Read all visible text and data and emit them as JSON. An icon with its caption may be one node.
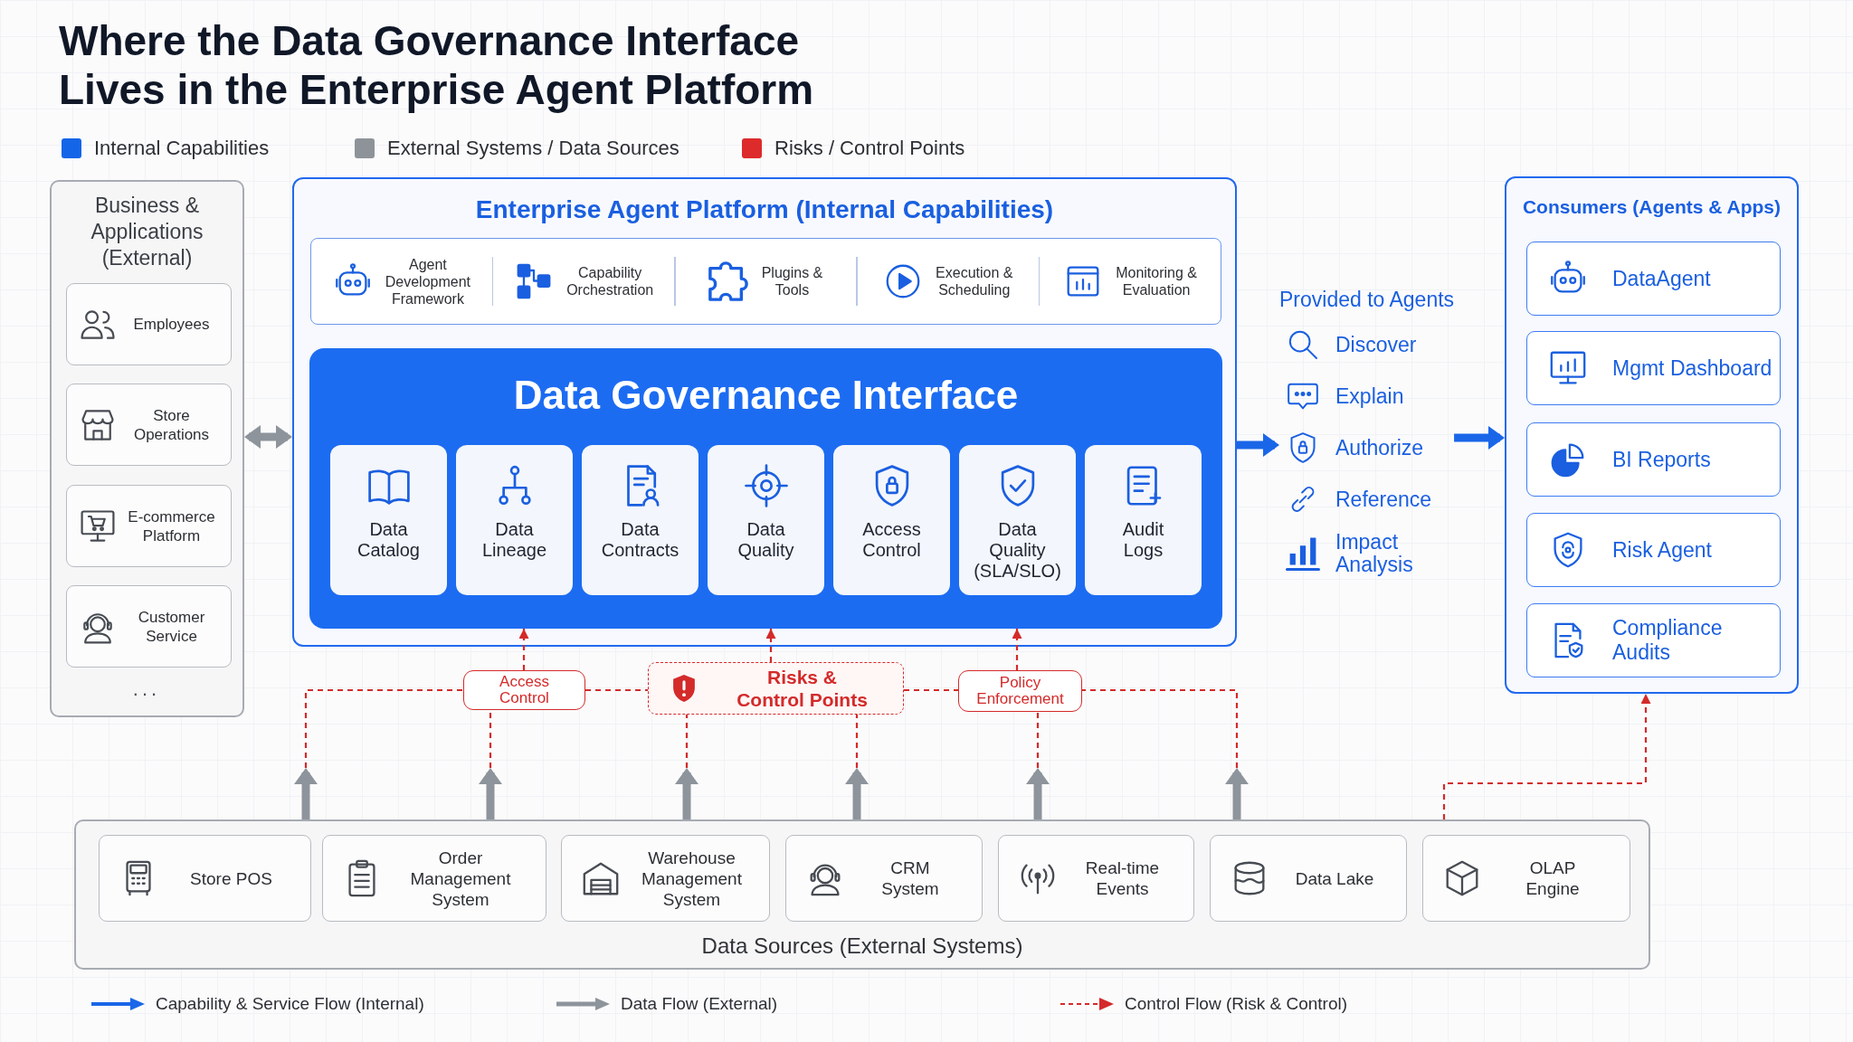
{
  "diagram": {
    "title": "Where the Data Governance Interface Lives in the Enterprise Agent Platform",
    "nodes": [
      {
        "text": [
          "Business & Applications (External)"
        ]
      },
      {
        "text": [
          "Employees"
        ],
        "in": 0
      },
      {
        "text": [
          "Store Operations"
        ],
        "in": 0
      },
      {
        "text": [
          "E-commerce Platform"
        ],
        "in": 0
      },
      {
        "text": [
          "Customer Service"
        ],
        "in": 0
      },
      {
        "text": [
          "Enterprise Agent Platform (Internal Capabilities)"
        ]
      },
      {
        "text": [
          "Agent Development Framework",
          "Capability Orchestration",
          "Plugins & Tools",
          "Execution & Scheduling",
          "Monitoring & Evaluation"
        ],
        "in": 5
      },
      {
        "text": [
          "Data Governance Interface"
        ],
        "in": 5
      },
      {
        "text": [
          "Data Catalog"
        ],
        "in": 7
      },
      {
        "text": [
          "Data Lineage"
        ],
        "in": 7
      },
      {
        "text": [
          "Data Contracts"
        ],
        "in": 7
      },
      {
        "text": [
          "Data Quality"
        ],
        "in": 7
      },
      {
        "text": [
          "Access Control"
        ],
        "in": 7
      },
      {
        "text": [
          "Data Quality (SLA/SLO)"
        ],
        "in": 7
      },
      {
        "text": [
          "Audit Logs"
        ],
        "in": 7
      },
      {
        "text": [
          "Provided to Agents",
          "Discover",
          "Explain",
          "Authorize",
          "Reference",
          "Impact Analysis"
        ]
      },
      {
        "text": [
          "Consumers (Agents & Apps)"
        ]
      },
      {
        "text": [
          "DataAgent"
        ],
        "in": 16
      },
      {
        "text": [
          "Mgmt Dashboard"
        ],
        "in": 16
      },
      {
        "text": [
          "BI Reports"
        ],
        "in": 16
      },
      {
        "text": [
          "Risk Agent"
        ],
        "in": 16
      },
      {
        "text": [
          "Compliance Audits"
        ],
        "in": 16
      },
      {
        "text": [
          "Access Control"
        ]
      },
      {
        "text": [
          "Risks & Control Points"
        ]
      },
      {
        "text": [
          "Policy Enforcement"
        ]
      },
      {
        "text": [
          "Data Sources (External Systems)"
        ]
      },
      {
        "text": [
          "Store POS"
        ],
        "in": 25
      },
      {
        "text": [
          "Order Management System"
        ],
        "in": 25
      },
      {
        "text": [
          "Warehouse Management System"
        ],
        "in": 25
      },
      {
        "text": [
          "CRM System"
        ],
        "in": 25
      },
      {
        "text": [
          "Real-time Events"
        ],
        "in": 25
      },
      {
        "text": [
          "Data Lake"
        ],
        "in": 25
      },
      {
        "text": [
          "OLAP Engine"
        ],
        "in": 25
      }
    ],
    "edges": [
      {
        "from": 0,
        "to": 5,
        "arrow": "both",
        "style": "thick",
        "color": "#8e949b"
      },
      {
        "from": 5,
        "to": 15,
        "arrow": "to",
        "style": "thick",
        "color": "#1a66e8"
      },
      {
        "from": 15,
        "to": 16,
        "arrow": "to",
        "style": "thick",
        "color": "#1a66e8"
      },
      {
        "from": 22,
        "to": 7,
        "arrow": "to",
        "style": "dashed"
      },
      {
        "from": 23,
        "to": 7,
        "arrow": "to",
        "style": "dashed"
      },
      {
        "from": 24,
        "to": 7,
        "arrow": "to",
        "style": "dashed"
      },
      {
        "from": 22,
        "to": 23,
        "arrow": "none",
        "style": "dashed"
      },
      {
        "from": 23,
        "to": 24,
        "arrow": "none",
        "style": "dashed"
      },
      {
        "from": null,
        "to": 22,
        "arrow": "none",
        "style": "dashed"
      },
      {
        "from": null,
        "to": 22,
        "arrow": "none",
        "style": "dashed"
      },
      {
        "from": null,
        "to": 23,
        "arrow": "none",
        "style": "dashed"
      },
      {
        "from": null,
        "to": 23,
        "arrow": "none",
        "style": "dashed"
      },
      {
        "from": null,
        "to": 24,
        "arrow": "none",
        "style": "dashed"
      },
      {
        "from": null,
        "to": 24,
        "arrow": "none",
        "style": "dashed"
      },
      {
        "from": 25,
        "to": null,
        "arrow": "to",
        "style": "thick",
        "color": "#8e949b"
      },
      {
        "from": 25,
        "to": null,
        "arrow": "to",
        "style": "thick",
        "color": "#8e949b"
      },
      {
        "from": 25,
        "to": null,
        "arrow": "to",
        "style": "thick",
        "color": "#8e949b"
      },
      {
        "from": 25,
        "to": null,
        "arrow": "to",
        "style": "thick",
        "color": "#8e949b"
      },
      {
        "from": 25,
        "to": null,
        "arrow": "to",
        "style": "thick",
        "color": "#8e949b"
      },
      {
        "from": 25,
        "to": null,
        "arrow": "to",
        "style": "thick",
        "color": "#8e949b"
      },
      {
        "from": 25,
        "to": 16,
        "arrow": "to",
        "style": "dashed"
      }
    ],
    "labels": [
      "..."
    ],
    "legend": [
      {
        "text": "Internal Capabilities",
        "color": "#1565e8"
      },
      {
        "text": "External Systems / Data Sources",
        "color": "#8e9399"
      },
      {
        "text": "Risks / Control Points",
        "color": "#dd2a2a"
      },
      {
        "text": "Capability & Service Flow (Internal)"
      },
      {
        "text": "Data Flow (External)"
      },
      {
        "text": "Control Flow (Risk & Control)"
      }
    ]
  }
}
